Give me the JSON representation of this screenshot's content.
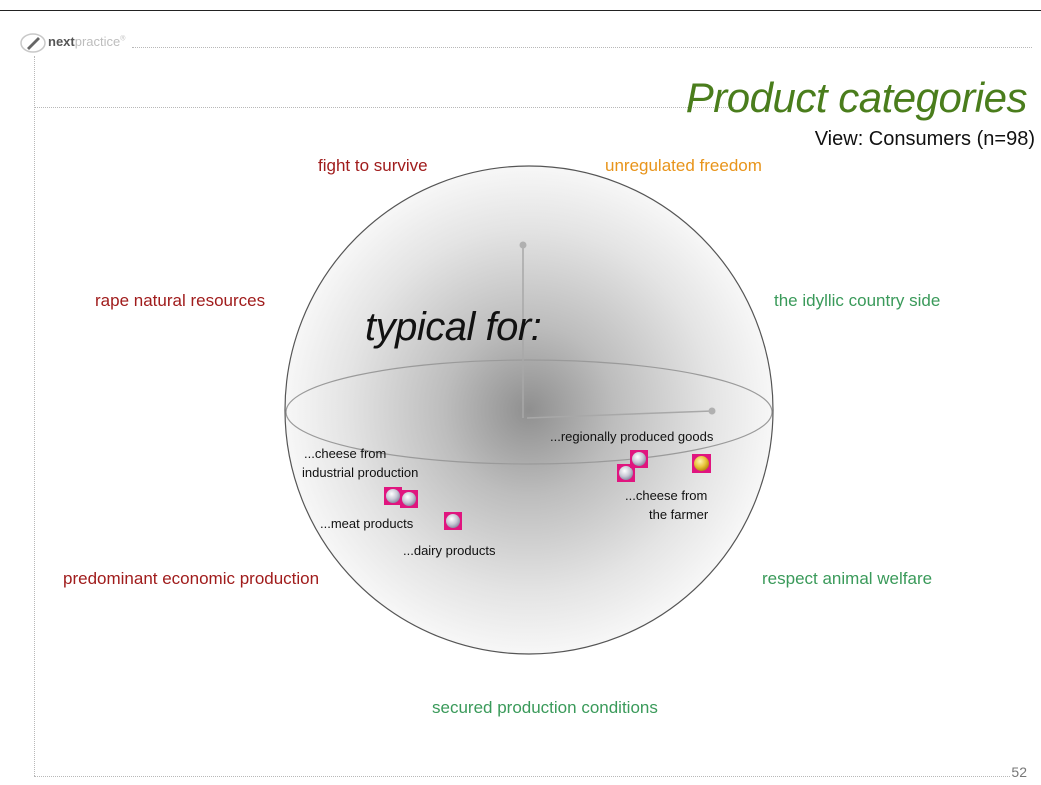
{
  "logo": {
    "brand_bold": "next",
    "brand_light": "practice",
    "mark": "®"
  },
  "title": "Product categories",
  "subtitle": "View: Consumers (n=98)",
  "center_label": "typical for:",
  "poles": {
    "top_left": "fight to survive",
    "top_right": "unregulated freedom",
    "upper_left": "rape natural resources",
    "upper_right": "the idyllic country side",
    "lower_left": "predominant economic production",
    "lower_right": "respect animal welfare",
    "bottom": "secured production conditions"
  },
  "items": {
    "cheese_industrial_1": "...cheese from",
    "cheese_industrial_2": "industrial production",
    "meat": "...meat products",
    "dairy": "...dairy products",
    "regional": "...regionally produced goods",
    "cheese_farmer_1": "...cheese from",
    "cheese_farmer_2": "the farmer"
  },
  "colors": {
    "title": "#4a7d1c",
    "negative_pole": "#a01c1c",
    "freedom_pole": "#e8941a",
    "positive_pole": "#3a9a5a",
    "marker_border": "#e0157f",
    "marker_gold": "#e2b21a"
  },
  "page_number": "52"
}
